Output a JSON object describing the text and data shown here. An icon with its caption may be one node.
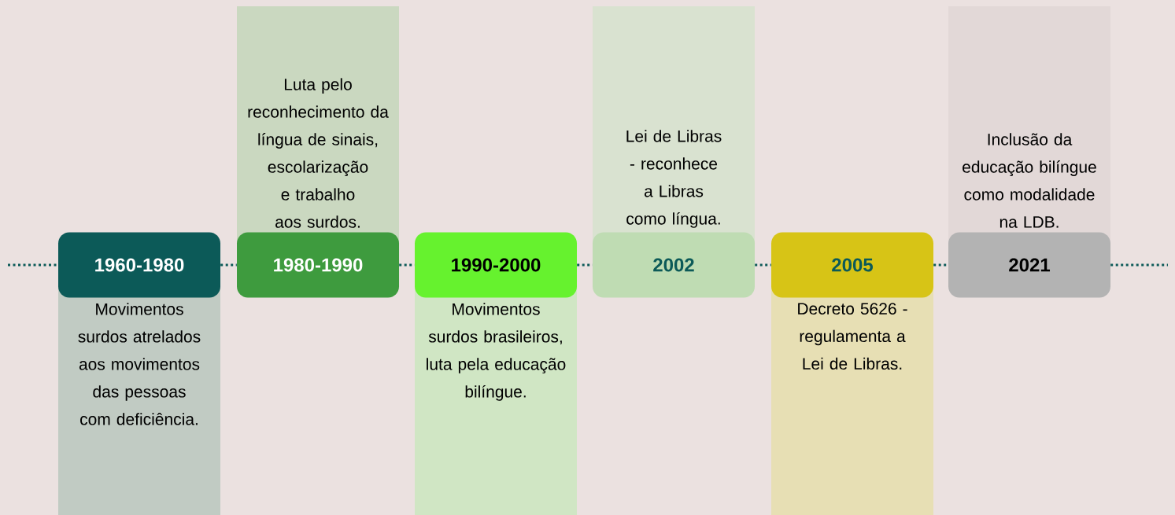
{
  "diagram": {
    "nodes": [
      {
        "text": [
          "1960-1980"
        ]
      },
      {
        "text": [
          "Movimentos surdos atrelados aos movimentos das pessoas com deficiência."
        ]
      },
      {
        "text": [
          "1980-1990"
        ]
      },
      {
        "text": [
          "Luta pelo reconhecimento da língua de sinais, escolarização e trabalho aos surdos."
        ]
      },
      {
        "text": [
          "1990-2000"
        ]
      },
      {
        "text": [
          "Movimentos surdos brasileiros, luta pela educação bilíngue."
        ]
      },
      {
        "text": [
          "2002"
        ]
      },
      {
        "text": [
          "Lei de Libras - reconhece a Libras como língua."
        ]
      },
      {
        "text": [
          "2005"
        ]
      },
      {
        "text": [
          "Decreto 5626 - regulamenta a Lei de Libras."
        ]
      },
      {
        "text": [
          "2021"
        ]
      },
      {
        "text": [
          "Inclusão da educação bilíngue como modalidade na LDB."
        ]
      }
    ],
    "edges": [
      {
        "from": null,
        "to": 0,
        "arrow": "none",
        "style": "dashed"
      },
      {
        "from": 0,
        "to": 2,
        "arrow": "none",
        "style": "dashed"
      },
      {
        "from": 2,
        "to": 4,
        "arrow": "none",
        "style": "dashed"
      },
      {
        "from": 4,
        "to": 6,
        "arrow": "none",
        "style": "dashed"
      },
      {
        "from": 6,
        "to": 8,
        "arrow": "none",
        "style": "dashed"
      },
      {
        "from": 8,
        "to": 10,
        "arrow": "none",
        "style": "dashed"
      },
      {
        "from": 10,
        "to": null,
        "arrow": "none",
        "style": "dashed"
      }
    ]
  }
}
